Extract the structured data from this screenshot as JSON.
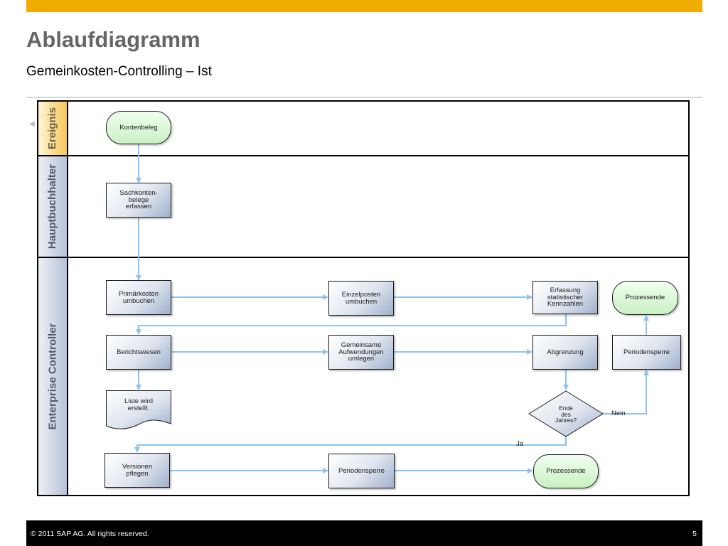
{
  "header": {
    "title": "Ablaufdiagramm",
    "subtitle": "Gemeinkosten-Controlling – Ist"
  },
  "lanes": {
    "ereignis": "Ereignis",
    "hauptbuchhalter": "Hauptbuchhalter",
    "enterprise_controller": "Enterprise Controller"
  },
  "nodes": {
    "kontenbeleg": "Kontenbeleg",
    "sachkonten": "Sachkonten-\nbelege\nerfassen",
    "primaerkosten": "Primärkosten\numbuchen",
    "einzelposten": "Einzelposten\numbuchen",
    "erfassung": "Erfassung\nstatistischer\nKennzahlen",
    "prozessende_top": "Prozessende",
    "berichtswesen": "Berichtswesen",
    "gemeinsame": "Gemeinsame\nAufwendungen\numlegen",
    "abgrenzung": "Abgrenzung",
    "periodensperre_right": "Periodensperre",
    "liste": "Liste wird\nerstellt.",
    "ende_des_jahres": "Ende\ndes\nJahres?",
    "versionen": "Versionen\npflegen",
    "periodensperre_bottom": "Periodensperre",
    "prozessende_bottom": "Prozessende"
  },
  "edge_labels": {
    "nein": "Nein",
    "ja": "Ja"
  },
  "footer": {
    "copyright": "© 2011 SAP AG. All rights reserved.",
    "page": "5"
  },
  "colors": {
    "accent_bar": "#f0ab00",
    "connector": "#8fc3ee",
    "event_fill": "#c9f0c2",
    "task_fill": "#dfe5ef"
  }
}
